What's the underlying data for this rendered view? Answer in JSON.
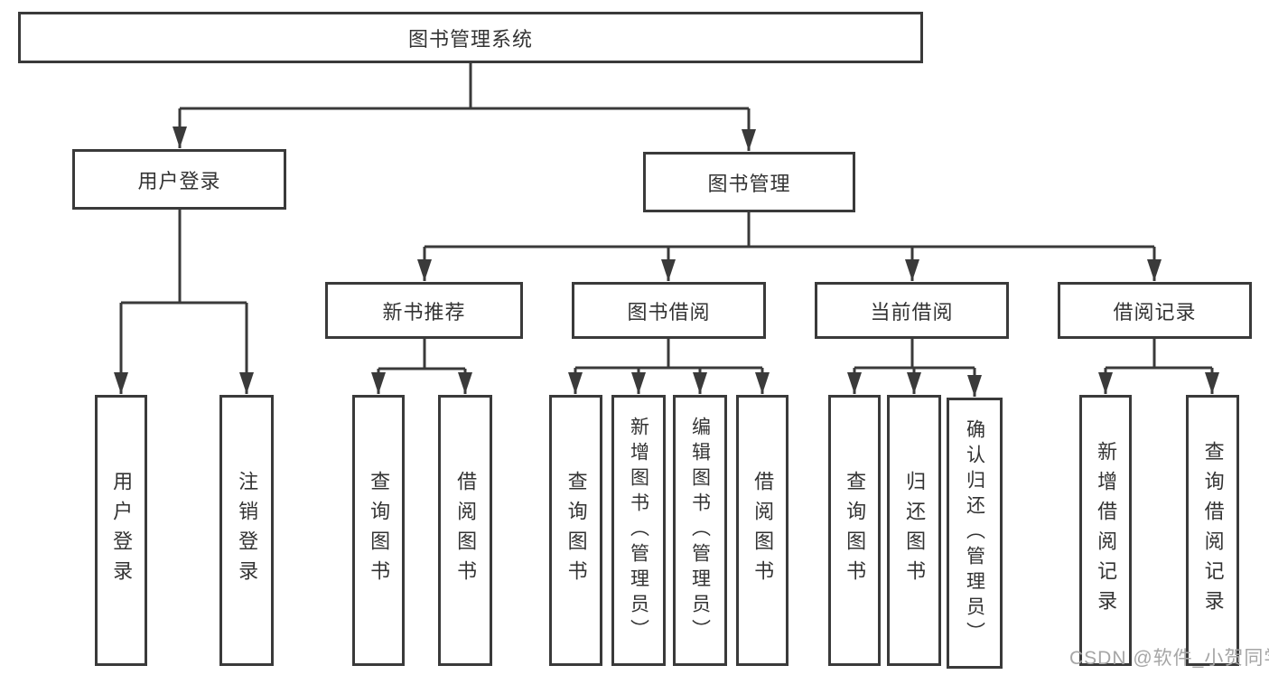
{
  "tree": {
    "root": {
      "label": "图书管理系统",
      "children": [
        {
          "label": "用户登录",
          "children": [
            {
              "label": "用户登录"
            },
            {
              "label": "注销登录"
            }
          ]
        },
        {
          "label": "图书管理",
          "children": [
            {
              "label": "新书推荐",
              "children": [
                {
                  "label": "查询图书"
                },
                {
                  "label": "借阅图书"
                }
              ]
            },
            {
              "label": "图书借阅",
              "children": [
                {
                  "label": "查询图书"
                },
                {
                  "label": "新增图书（管理员）"
                },
                {
                  "label": "编辑图书（管理员）"
                },
                {
                  "label": "借阅图书"
                }
              ]
            },
            {
              "label": "当前借阅",
              "children": [
                {
                  "label": "查询图书"
                },
                {
                  "label": "归还图书"
                },
                {
                  "label": "确认归还（管理员）"
                }
              ]
            },
            {
              "label": "借阅记录",
              "children": [
                {
                  "label": "新增借阅记录"
                },
                {
                  "label": "查询借阅记录"
                }
              ]
            }
          ]
        }
      ]
    }
  },
  "watermark": {
    "text": "CSDN @软件_小贺同学"
  },
  "colors": {
    "line": "#3a3a3a",
    "text": "#333333",
    "box_background": "#ffffff",
    "watermark": "#a6a6a6"
  }
}
